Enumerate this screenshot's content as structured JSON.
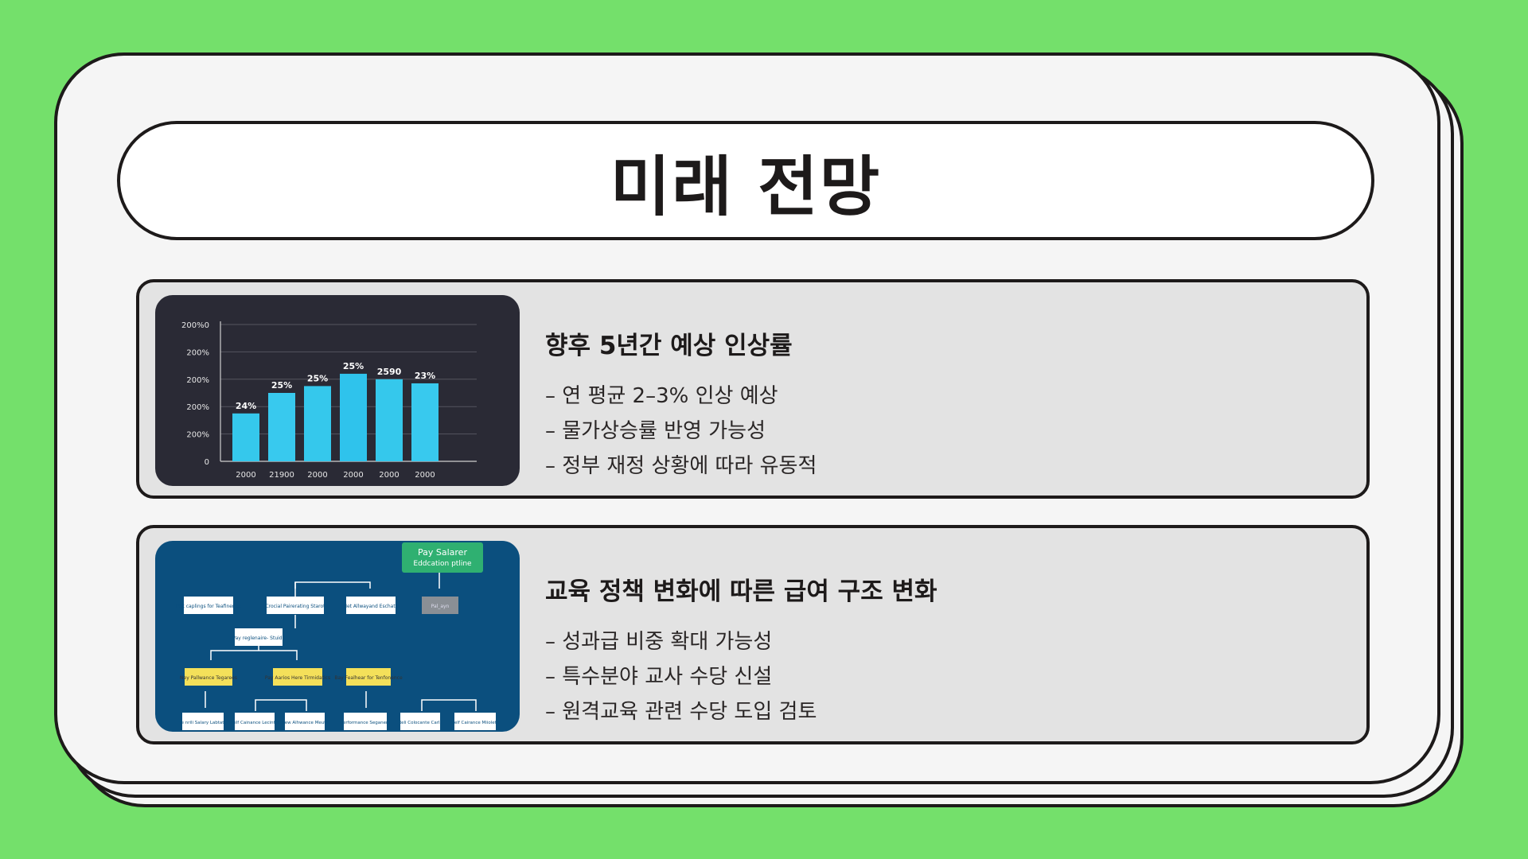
{
  "slide": {
    "title": "미래 전망",
    "accent_bg": "#74e06b"
  },
  "cards": [
    {
      "heading": "향후 5년간 예상 인상률",
      "bullets": [
        "– 연 평균 2–3% 인상 예상",
        "– 물가상승률 반영 가능성",
        "– 정부 재정 상황에 따라 유동적"
      ],
      "image": {
        "chart_data": {
          "type": "bar",
          "categories": [
            "2000",
            "21900",
            "2000",
            "2000",
            "2000",
            "2000"
          ],
          "values": [
            35,
            50,
            55,
            64,
            60,
            57
          ],
          "data_labels": [
            "24%",
            "25%",
            "25%",
            "25%",
            "2590",
            "23%"
          ],
          "y_tick_labels": [
            "0",
            "200%",
            "200%",
            "200%",
            "200%",
            "200%0"
          ],
          "ylim": [
            0,
            100
          ],
          "grid": true,
          "bar_color": "#35c8ec",
          "background": "#2a2a35"
        }
      }
    },
    {
      "heading": "교육 정책 변화에 따른 급여 구조 변화",
      "bullets": [
        "– 성과급 비중 확대 가능성",
        "– 특수분야 교사 수당 신설",
        "– 원격교육 관련 수당 도입 검토"
      ],
      "image": {
        "background": "#0b4f7e",
        "top_box": {
          "line1": "Pay Salarer",
          "line2": "Eddcation ptline"
        },
        "row1": [
          "Pek caplings for Teafinence",
          "Crocial Pairerating Starot",
          "Net Allwayand Eschatd",
          "Pal_ayn"
        ],
        "mid": "Pay reglenaire- Stuids",
        "row2": [
          "Ney Pallwance Tegarees",
          "Pay Aarios Here Tirmidatics",
          "Bay Fealhear for Tenfonence"
        ],
        "row3": [
          "Te nrili Salary Labtate",
          "Relf Cainance Lecintis",
          "New Alhwance Meuts",
          "Performance Seganers",
          "Reli Colocante Carls",
          "Relf Cairance Miiolets"
        ]
      }
    }
  ]
}
